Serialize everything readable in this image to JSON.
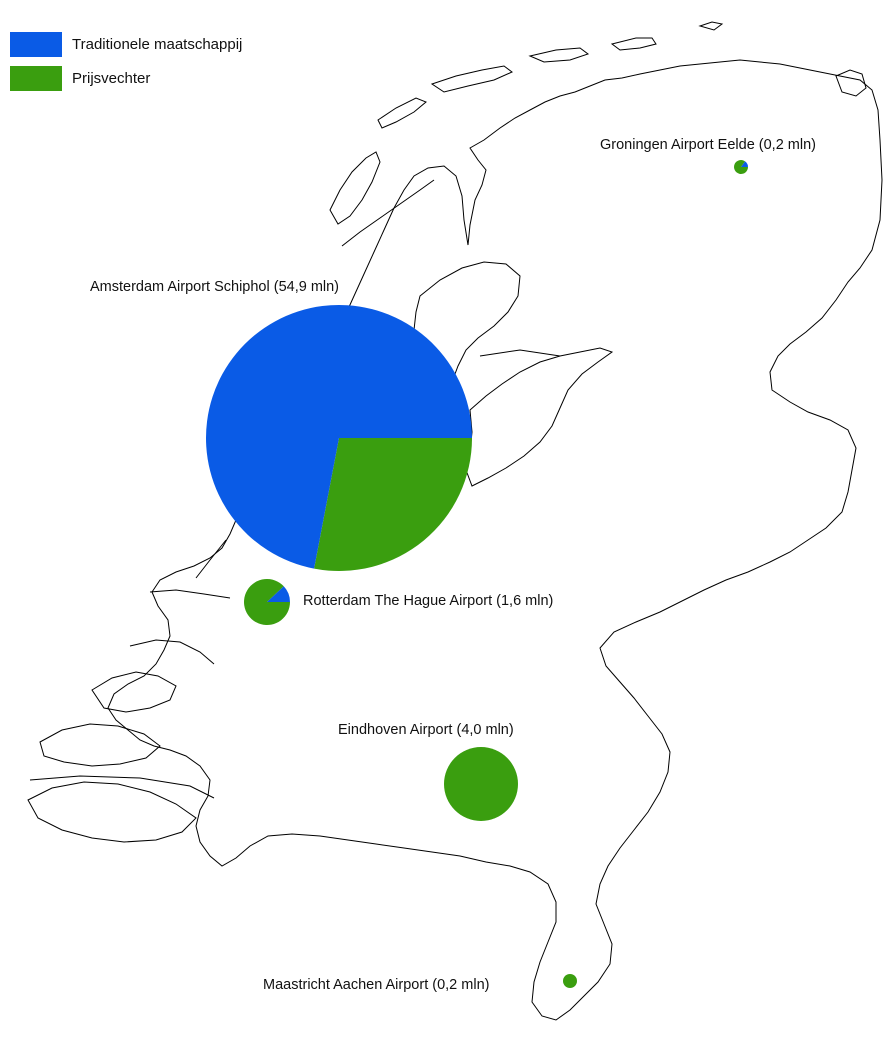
{
  "legend": [
    {
      "label": "Traditionele maatschappij",
      "color": "#0a5be6"
    },
    {
      "label": "Prijsvechter",
      "color": "#3a9e0f"
    }
  ],
  "airports": [
    {
      "id": "schiphol",
      "label": "Amsterdam Airport Schiphol (54,9 mln)",
      "passengers_mln": 54.9,
      "traditional_share": 0.72,
      "lowcost_share": 0.28
    },
    {
      "id": "rotterdam",
      "label": "Rotterdam The Hague Airport (1,6 mln)",
      "passengers_mln": 1.6,
      "traditional_share": 0.12,
      "lowcost_share": 0.88
    },
    {
      "id": "eindhoven",
      "label": "Eindhoven Airport (4,0 mln)",
      "passengers_mln": 4.0,
      "traditional_share": 0.0,
      "lowcost_share": 1.0
    },
    {
      "id": "groningen",
      "label": "Groningen Airport Eelde (0,2 mln)",
      "passengers_mln": 0.2,
      "traditional_share": 0.15,
      "lowcost_share": 0.85
    },
    {
      "id": "maastricht",
      "label": "Maastricht Aachen Airport (0,2 mln)",
      "passengers_mln": 0.2,
      "traditional_share": 0.0,
      "lowcost_share": 1.0
    }
  ],
  "colors": {
    "traditional": "#0a5be6",
    "lowcost": "#3a9e0f",
    "outline": "#000000"
  }
}
